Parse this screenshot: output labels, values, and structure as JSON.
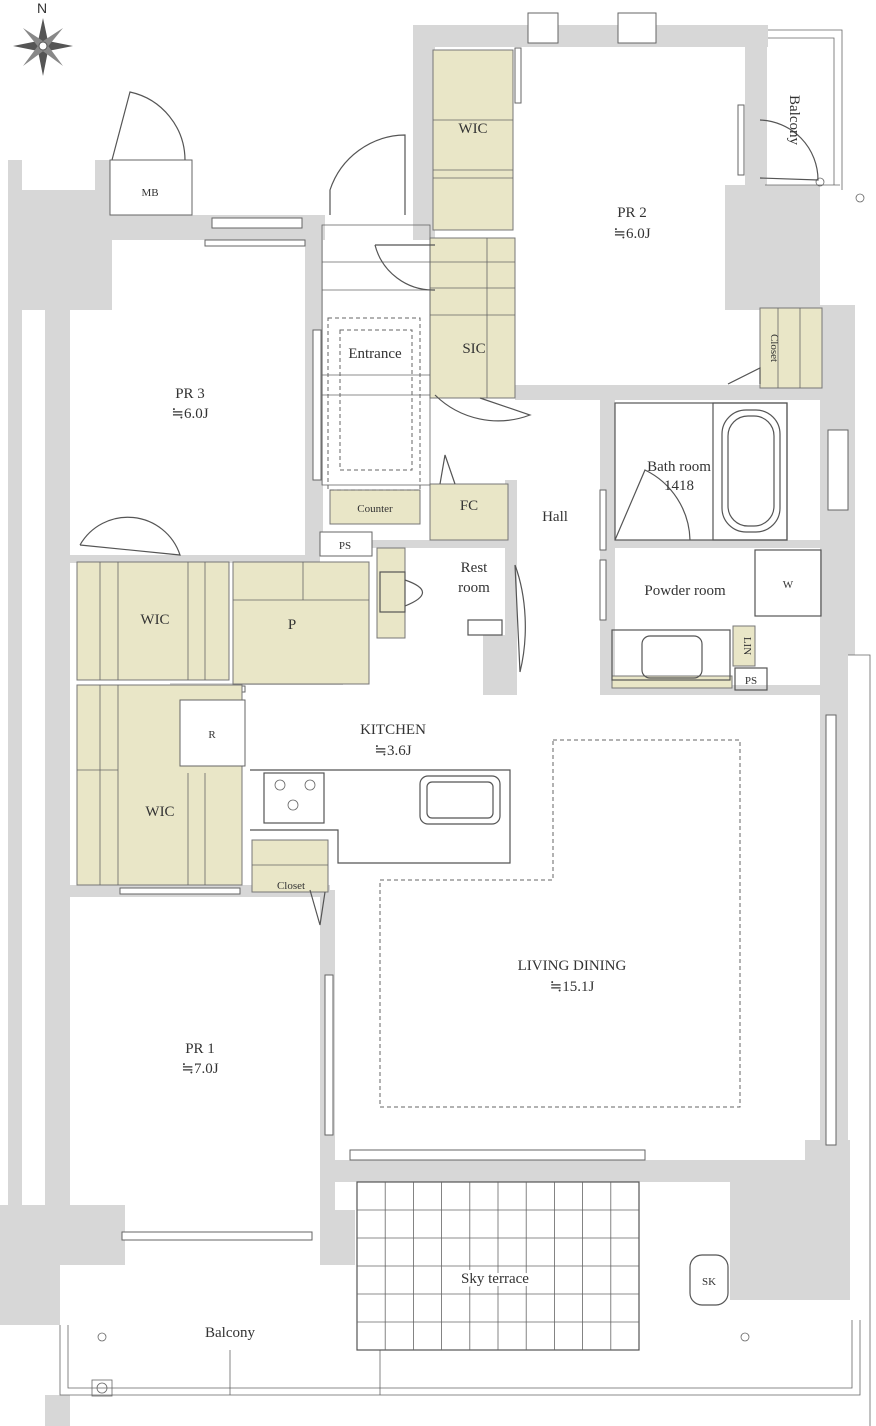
{
  "compass": {
    "label": "N"
  },
  "rooms": {
    "mb": "MB",
    "pr3": {
      "name": "PR 3",
      "size": "≒6.0J"
    },
    "pr2": {
      "name": "PR 2",
      "size": "≒6.0J"
    },
    "pr1": {
      "name": "PR 1",
      "size": "≒7.0J"
    },
    "wic_top": "WIC",
    "wic_mid": "WIC",
    "wic_low": "WIC",
    "sic": "SIC",
    "entrance": "Entrance",
    "counter": "Counter",
    "fc": "FC",
    "hall": "Hall",
    "ps1": "PS",
    "ps2": "PS",
    "restroom_l1": "Rest",
    "restroom_l2": "room",
    "bathroom_l1": "Bath room",
    "bathroom_l2": "1418",
    "powder_room": "Powder room",
    "w": "W",
    "lin": "LIN",
    "p": "P",
    "r": "R",
    "kitchen": {
      "name": "KITCHEN",
      "size": "≒3.6J"
    },
    "closet_pr1": "Closet",
    "closet_pr2": "Closet",
    "living": {
      "name": "LIVING DINING",
      "size": "≒15.1J"
    },
    "sky_terrace": "Sky terrace",
    "balcony_bottom": "Balcony",
    "balcony_top": "Balcony",
    "sk": "SK"
  }
}
